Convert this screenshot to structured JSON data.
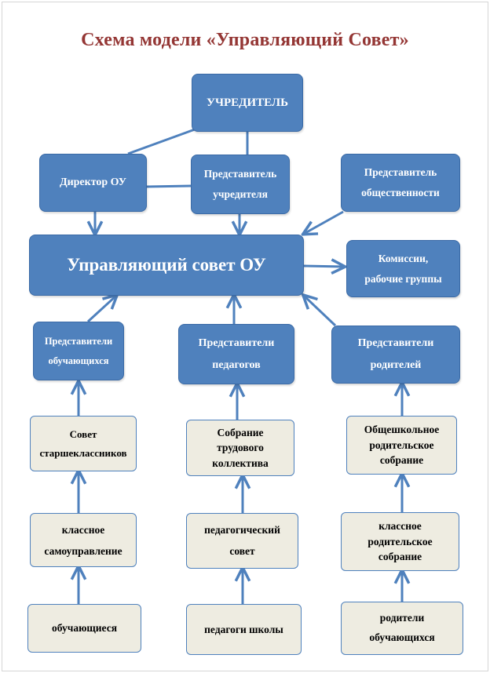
{
  "title": "Схема модели «Управляющий Совет»",
  "colors": {
    "title": "#943634",
    "node_fill": "#4f81bd",
    "node_text": "#ffffff",
    "leaf_fill": "#eeece1",
    "leaf_border": "#4f81bd",
    "connector": "#4f81bd"
  },
  "nodes": {
    "founder": "УЧРЕДИТЕЛЬ",
    "director": "Директор ОУ",
    "founder_rep": "Представитель\nучредителя",
    "public_rep": "Представитель\nобщественности",
    "council": "Управляющий совет ОУ",
    "commissions": "Комиссии,\nрабочие группы",
    "students_reps": "Представители\nобучающихся",
    "teachers_reps": "Представители\nпедагогов",
    "parents_reps": "Представители\nродителей",
    "senior_council": "Совет\nстаршеклассников",
    "staff_meeting": "Собрание\nтрудового\nколлектива",
    "school_parent_meeting": "Общешкольное\nродительское\nсобрание",
    "class_selfgov": "классное\nсамоуправление",
    "ped_council": "педагогический\nсовет",
    "class_parent_meeting": "классное\nродительское\nсобрание",
    "students": "обучающиеся",
    "teachers": "педагоги школы",
    "parents": "родители\nобучающихся"
  }
}
